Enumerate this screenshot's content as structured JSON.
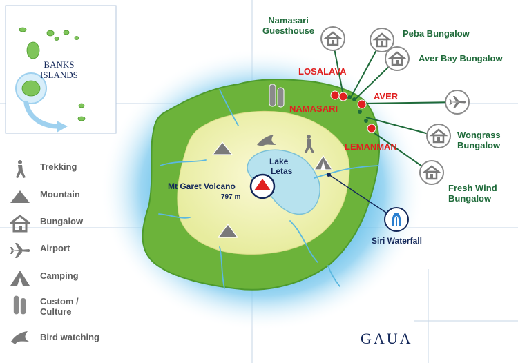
{
  "inset": {
    "title_line1": "BANKS",
    "title_line2": "ISLANDS"
  },
  "map_title": "GAUA",
  "legend": [
    {
      "label": "Trekking",
      "icon": "trekking-icon"
    },
    {
      "label": "Mountain",
      "icon": "mountain-icon"
    },
    {
      "label": "Bungalow",
      "icon": "bungalow-icon"
    },
    {
      "label": "Airport",
      "icon": "airport-icon"
    },
    {
      "label": "Camping",
      "icon": "camping-icon"
    },
    {
      "label": "Custom /\nCulture",
      "icon": "custom-culture-icon"
    },
    {
      "label": "Bird watching",
      "icon": "bird-icon"
    }
  ],
  "places": {
    "losalava": "LOSALAVA",
    "namasari": "NAMASARI",
    "aver": "AVER",
    "lemanman": "LEMANMAN",
    "lake_line1": "Lake",
    "lake_line2": "Letas",
    "volcano": "Mt Garet Volcano",
    "volcano_height": "797 m",
    "waterfall": "Siri Waterfall"
  },
  "accommodation": {
    "namasari_guesthouse": "Namasari\nGuesthouse",
    "peba": "Peba Bungalow",
    "aver_bay": "Aver Bay Bungalow",
    "wongrass": "Wongrass\nBungalow",
    "fresh_wind": "Fresh Wind\nBungalow"
  },
  "colors": {
    "sea_shallow": "#bfe4f5",
    "sea_deep": "#4fb7e6",
    "island_green": "#6cb33a",
    "island_dark": "#4d9a2c",
    "interior": "#f2f0b6",
    "lake": "#b7e2ee",
    "label_green": "#1f6b3a",
    "label_red": "#e02020",
    "label_navy": "#14285a"
  }
}
